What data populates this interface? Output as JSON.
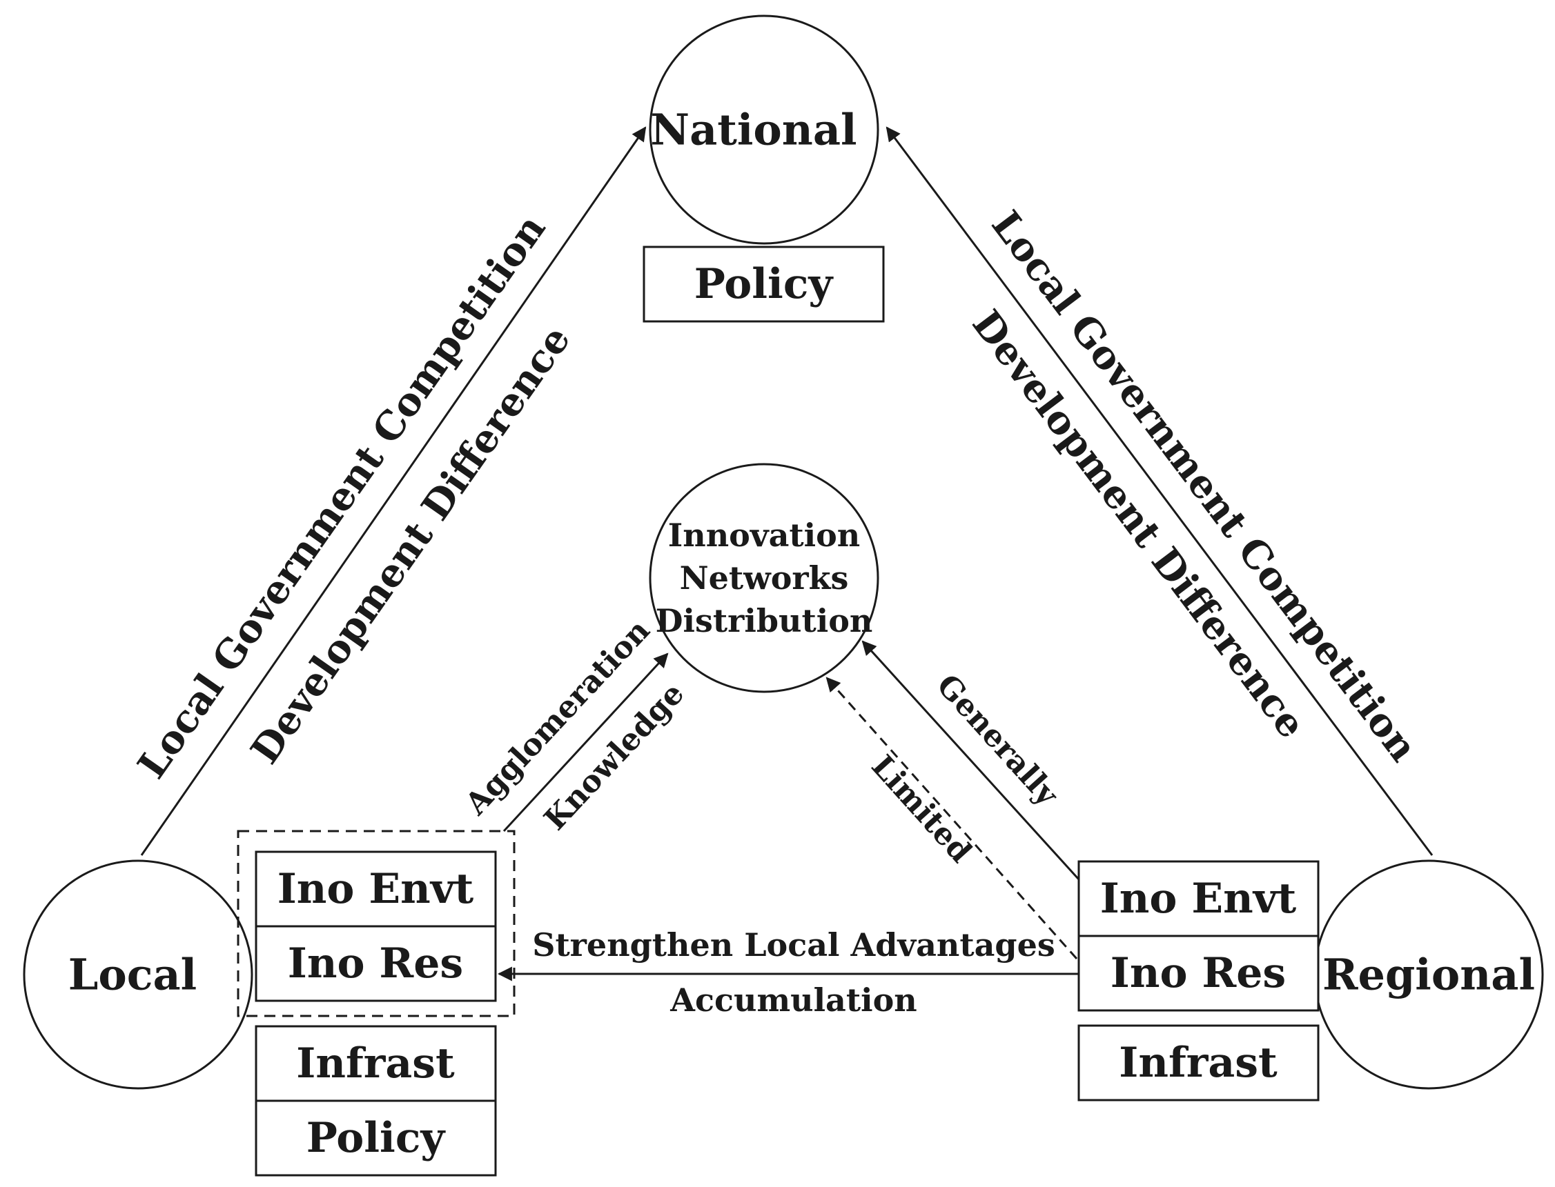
{
  "nodes": {
    "national": "National",
    "local": "Local",
    "regional": "Regional",
    "innovation": [
      "Innovation",
      "Networks",
      "Distribution"
    ]
  },
  "boxes": {
    "national_policy": "Policy",
    "local_ino_envt": "Ino Envt",
    "local_ino_res": "Ino Res",
    "local_infrast": "Infrast",
    "local_policy": "Policy",
    "regional_ino_envt": "Ino Envt",
    "regional_ino_res": "Ino Res",
    "regional_infrast": "Infrast"
  },
  "edge_labels": {
    "left_outer": "Local Government Competition",
    "left_inner": "Development Difference",
    "right_outer": "Local Government Competition",
    "right_inner": "Development Difference",
    "agglomeration": "Agglomeration",
    "knowledge": "Knowledge",
    "generally": "Generally",
    "limited": "Limited",
    "bottom_top": "Strengthen Local Advantages",
    "bottom_bottom": "Accumulation"
  },
  "colors": {
    "stroke": "#1a1a1a",
    "background": "#ffffff"
  }
}
